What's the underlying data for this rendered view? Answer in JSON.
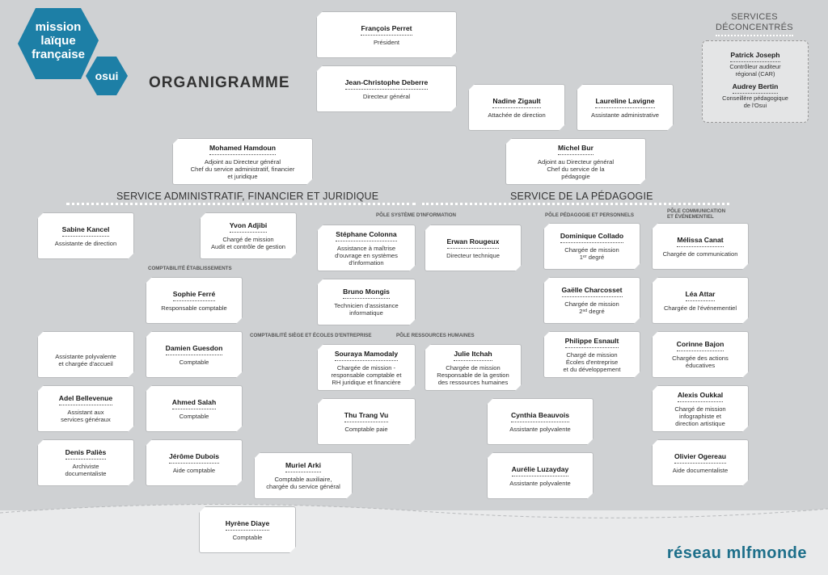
{
  "logo": {
    "line1": "mission",
    "line2": "laïque",
    "line3": "française",
    "badge": "osui"
  },
  "page_title": "ORGANIGRAMME",
  "services_deconcentres": {
    "title_l1": "SERVICES",
    "title_l2": "DÉCONCENTRÉS",
    "people": [
      {
        "name": "Patrick Joseph",
        "role": "Contrôleur auditeur\nrégional (CAR)"
      },
      {
        "name": "Audrey Bertin",
        "role": "Conseillère pédagogique\nde l'Osui"
      }
    ]
  },
  "sections": {
    "admin": "SERVICE ADMINISTRATIF, FINANCIER ET JURIDIQUE",
    "peda": "SERVICE DE LA PÉDAGOGIE"
  },
  "poles": {
    "si": "PÔLE SYSTÈME D'INFORMATION",
    "peda_perso": "PÔLE PÉDAGOGIE ET PERSONNELS",
    "comm_l1": "PÔLE COMMUNICATION",
    "comm_l2": "ET ÉVÉNEMENTIEL",
    "compta_etab": "COMPTABILITÉ ÉTABLISSEMENTS",
    "compta_siege": "COMPTABILITÉ SIÈGE ET ÉCOLES D'ENTREPRISE",
    "rh": "PÔLE RESSOURCES HUMAINES"
  },
  "people": {
    "perret": {
      "name": "François Perret",
      "role": "Président"
    },
    "deberre": {
      "name": "Jean-Christophe Deberre",
      "role": "Directeur général"
    },
    "zigault": {
      "name": "Nadine Zigault",
      "role": "Attachée de direction"
    },
    "lavigne": {
      "name": "Laureline Lavigne",
      "role": "Assistante administrative"
    },
    "hamdoun": {
      "name": "Mohamed Hamdoun",
      "role": "Adjoint au Directeur général\nChef du service administratif, financier\net juridique"
    },
    "bur": {
      "name": "Michel Bur",
      "role": "Adjoint au Directeur général\nChef du service de la\npédagogie"
    },
    "kancel": {
      "name": "Sabine Kancel",
      "role": "Assistante de direction"
    },
    "adjibi": {
      "name": "Yvon Adjibi",
      "role": "Chargé de mission\nAudit et contrôle de gestion"
    },
    "colonna": {
      "name": "Stéphane Colonna",
      "role": "Assistance à maîtrise\nd'ouvrage en systèmes\nd'information"
    },
    "rougeux": {
      "name": "Erwan Rougeux",
      "role": "Directeur technique"
    },
    "collado": {
      "name": "Dominique Collado",
      "role": "Chargée de mission\n1ᵉʳ degré"
    },
    "canat": {
      "name": "Mélissa Canat",
      "role": "Chargée de communication"
    },
    "ferre": {
      "name": "Sophie Ferré",
      "role": "Responsable comptable"
    },
    "mongis": {
      "name": "Bruno Mongis",
      "role": "Technicien d'assistance\ninformatique"
    },
    "charcosset": {
      "name": "Gaëlle Charcosset",
      "role": "Chargée de mission\n2ⁿᵈ degré"
    },
    "attar": {
      "name": "Léa Attar",
      "role": "Chargée de l'événementiel"
    },
    "vacant": {
      "name": "",
      "role": "Assistante polyvalente\net chargée d'accueil"
    },
    "guesdon": {
      "name": "Damien Guesdon",
      "role": "Comptable"
    },
    "mamodaly": {
      "name": "Souraya Mamodaly",
      "role": "Chargée de mission -\nresponsable comptable et\nRH juridique et financière"
    },
    "itchah": {
      "name": "Julie Itchah",
      "role": "Chargée de mission\nResponsable de la gestion\ndes ressources humaines"
    },
    "esnault": {
      "name": "Philippe Esnault",
      "role": "Chargé de mission\nÉcoles d'entreprise\net du développement"
    },
    "bajon": {
      "name": "Corinne Bajon",
      "role": "Chargée des actions\néducatives"
    },
    "bellevenue": {
      "name": "Adel Bellevenue",
      "role": "Assistant aux\nservices généraux"
    },
    "salah": {
      "name": "Ahmed Salah",
      "role": "Comptable"
    },
    "vu": {
      "name": "Thu Trang Vu",
      "role": "Comptable paie"
    },
    "beauvois": {
      "name": "Cynthia Beauvois",
      "role": "Assistante polyvalente"
    },
    "oukkal": {
      "name": "Alexis Oukkal",
      "role": "Chargé de mission\ninfographiste et\ndirection artistique"
    },
    "palies": {
      "name": "Denis Paliès",
      "role": "Archiviste\ndocumentaliste"
    },
    "dubois": {
      "name": "Jérôme Dubois",
      "role": "Aide comptable"
    },
    "arki": {
      "name": "Muriel Arki",
      "role": "Comptable auxiliaire,\nchargée du service général"
    },
    "luzayday": {
      "name": "Aurélie Luzayday",
      "role": "Assistante polyvalente"
    },
    "ogereau": {
      "name": "Olivier Ogereau",
      "role": "Aide documentaliste"
    },
    "diaye": {
      "name": "Hyrène Diaye",
      "role": "Comptable"
    }
  },
  "footer_brand": "réseau mlfmonde",
  "colors": {
    "brand_blue": "#1d7fa6",
    "footer_blue": "#1d6f8a",
    "background": "#cfd1d3"
  }
}
